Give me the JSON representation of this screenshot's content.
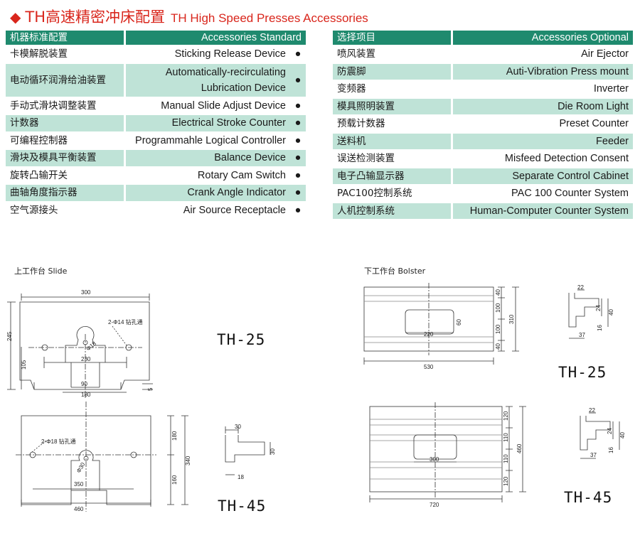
{
  "header": {
    "title_cn": "TH高速精密冲床配置",
    "title_en": "TH High Speed Presses Accessories"
  },
  "standard": {
    "header_cn": "机器标准配置",
    "header_en": "Accessories Standard",
    "rows": [
      {
        "cn": "卡模解脱装置",
        "en": "Sticking Release Device"
      },
      {
        "cn": "电动循环润滑给油装置",
        "en": "Automatically-recirculating",
        "en2": "Lubrication Device"
      },
      {
        "cn": "手动式滑块调整装置",
        "en": "Manual Slide Adjust Device"
      },
      {
        "cn": "计数器",
        "en": "Electrical Stroke Counter"
      },
      {
        "cn": "可编程控制器",
        "en": "Programmahle Logical Controller"
      },
      {
        "cn": "滑块及模具平衡装置",
        "en": "Balance Device"
      },
      {
        "cn": "旋转凸输开关",
        "en": "Rotary Cam Switch"
      },
      {
        "cn": "曲轴角度指示器",
        "en": "Crank Angle Indicator"
      },
      {
        "cn": "空气源接头",
        "en": "Air Source Receptacle"
      }
    ],
    "bullet": "●"
  },
  "optional": {
    "header_cn": "选择项目",
    "header_en": "Accessories Optional",
    "rows": [
      {
        "cn": "喷风装置",
        "en": "Air Ejector"
      },
      {
        "cn": "防震脚",
        "en": "Auti-Vibration Press mount"
      },
      {
        "cn": "变频器",
        "en": "Inverter"
      },
      {
        "cn": "模具照明装置",
        "en": "Die Room Light"
      },
      {
        "cn": "预载计数器",
        "en": "Preset Counter"
      },
      {
        "cn": "送料机",
        "en": "Feeder"
      },
      {
        "cn": "误送检测装置",
        "en": "Misfeed Detection Consent"
      },
      {
        "cn": "电子凸输显示器",
        "en": "Separate Control Cabinet"
      },
      {
        "cn": "PAC100控制系统",
        "en": "PAC 100 Counter System"
      },
      {
        "cn": "人机控制系统",
        "en": "Human-Computer Counter System"
      }
    ]
  },
  "slide": {
    "caption": "上工作台 Slide",
    "th25": {
      "width": "300",
      "height": "245",
      "hole_note": "2-Φ14 钻孔通",
      "center_dia": "Φ18",
      "hole_span": "230",
      "lower": "105",
      "slot": "90",
      "slot_outer": "180",
      "step": "5"
    },
    "th45": {
      "upper": "180",
      "total": "340",
      "hole_note": "2-Φ18 钻孔通",
      "center_dia": "Φ30",
      "span": "350",
      "lower": "160",
      "width": "460"
    },
    "tslot45": {
      "top": "30",
      "depth": "30",
      "bottom": "18"
    }
  },
  "bolster": {
    "caption": "下工作台 Bolster",
    "th25": {
      "width": "530",
      "opening": "220",
      "slot_h": "60",
      "total": "310",
      "r1": "40",
      "r2": "100",
      "r3": "100",
      "r4": "40"
    },
    "tslot25": {
      "top": "22",
      "d1": "24",
      "d2": "40",
      "d3": "16",
      "bottom": "37"
    },
    "th45": {
      "width": "720",
      "opening": "300",
      "total": "460",
      "r1": "120",
      "r2": "110",
      "r3": "110",
      "r4": "120"
    },
    "tslot45": {
      "top": "22",
      "d1": "24",
      "d2": "40",
      "d3": "16",
      "bottom": "37"
    }
  },
  "models": {
    "m25": "TH-25",
    "m45": "TH-45"
  }
}
